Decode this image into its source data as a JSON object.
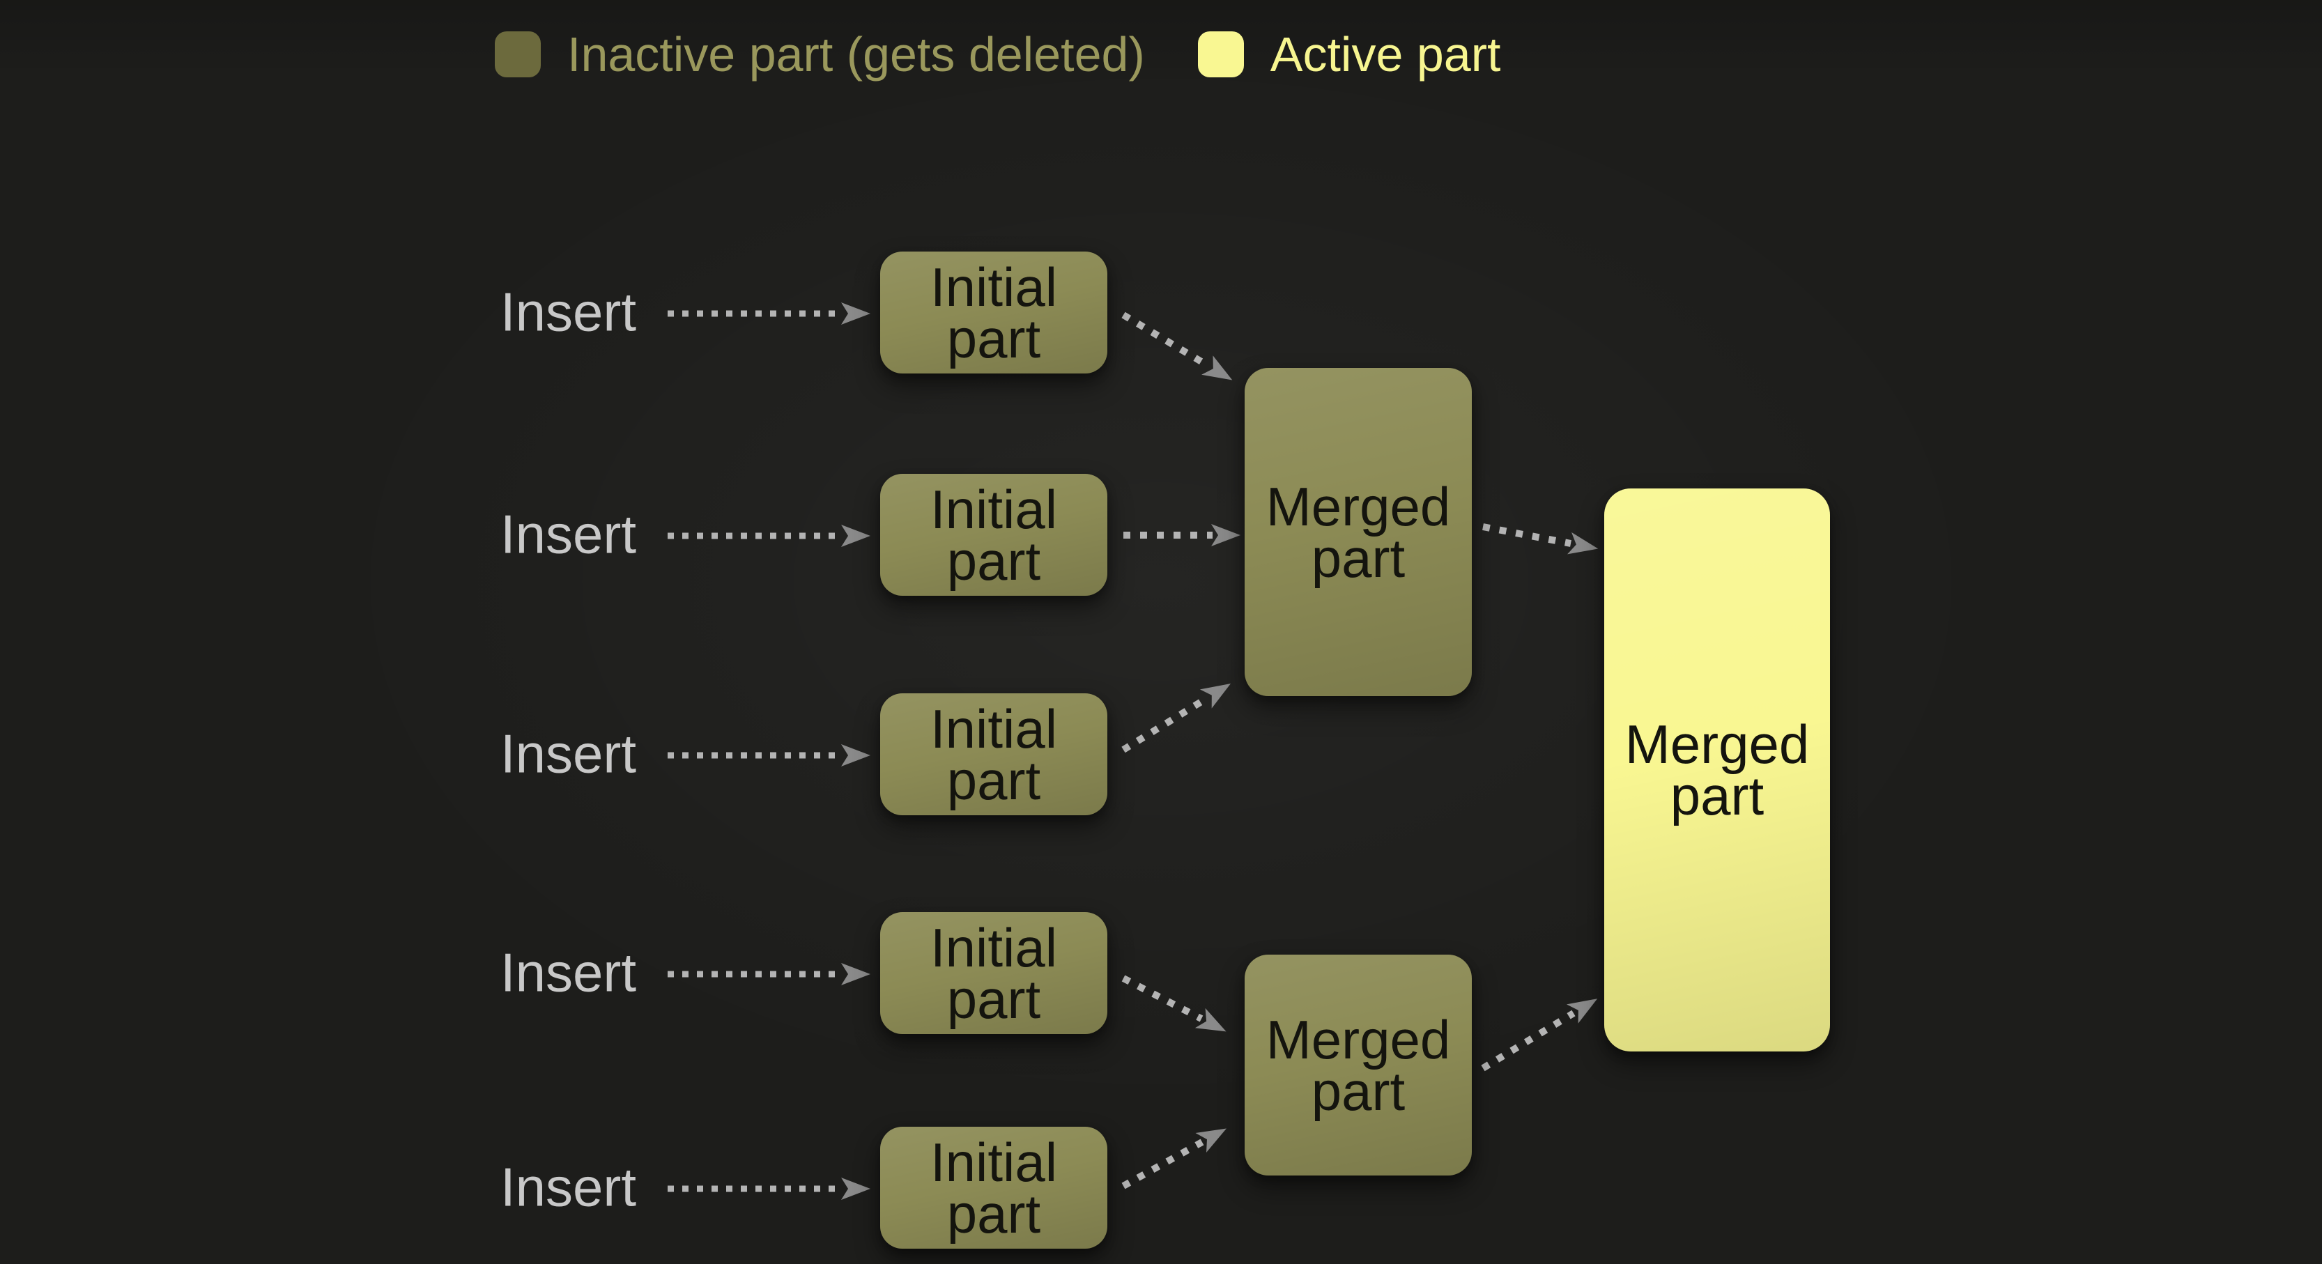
{
  "colors": {
    "background": "#1d1d1b",
    "inactive_fill": "#8c8b55",
    "inactive_swatch": "#6c6a3d",
    "inactive_text": "#9a985c",
    "active_fill": "#f9f792",
    "active_text": "#f7f590",
    "node_text": "#14140e",
    "insert_text": "#c8c8c8",
    "arrow_dash": "#b4b4b4",
    "arrow_head": "#8a8a8a"
  },
  "legend": {
    "inactive": {
      "label": "Inactive part (gets deleted)"
    },
    "active": {
      "label": "Active part"
    }
  },
  "diagram": {
    "inserts": [
      {
        "id": "insert-1",
        "label": "Insert"
      },
      {
        "id": "insert-2",
        "label": "Insert"
      },
      {
        "id": "insert-3",
        "label": "Insert"
      },
      {
        "id": "insert-4",
        "label": "Insert"
      },
      {
        "id": "insert-5",
        "label": "Insert"
      }
    ],
    "initial_nodes": [
      {
        "id": "initial-1",
        "label": "Initial part",
        "state": "inactive"
      },
      {
        "id": "initial-2",
        "label": "Initial part",
        "state": "inactive"
      },
      {
        "id": "initial-3",
        "label": "Initial part",
        "state": "inactive"
      },
      {
        "id": "initial-4",
        "label": "Initial part",
        "state": "inactive"
      },
      {
        "id": "initial-5",
        "label": "Initial part",
        "state": "inactive"
      }
    ],
    "merged_nodes": [
      {
        "id": "merged-1",
        "label": "Merged part",
        "state": "inactive"
      },
      {
        "id": "merged-2",
        "label": "Merged part",
        "state": "inactive"
      }
    ],
    "final_node": {
      "id": "merged-final",
      "label": "Merged part",
      "state": "active"
    },
    "edges": [
      {
        "from": "insert-1",
        "to": "initial-1"
      },
      {
        "from": "insert-2",
        "to": "initial-2"
      },
      {
        "from": "insert-3",
        "to": "initial-3"
      },
      {
        "from": "insert-4",
        "to": "initial-4"
      },
      {
        "from": "insert-5",
        "to": "initial-5"
      },
      {
        "from": "initial-1",
        "to": "merged-1"
      },
      {
        "from": "initial-2",
        "to": "merged-1"
      },
      {
        "from": "initial-3",
        "to": "merged-1"
      },
      {
        "from": "initial-4",
        "to": "merged-2"
      },
      {
        "from": "initial-5",
        "to": "merged-2"
      },
      {
        "from": "merged-1",
        "to": "merged-final"
      },
      {
        "from": "merged-2",
        "to": "merged-final"
      }
    ]
  }
}
